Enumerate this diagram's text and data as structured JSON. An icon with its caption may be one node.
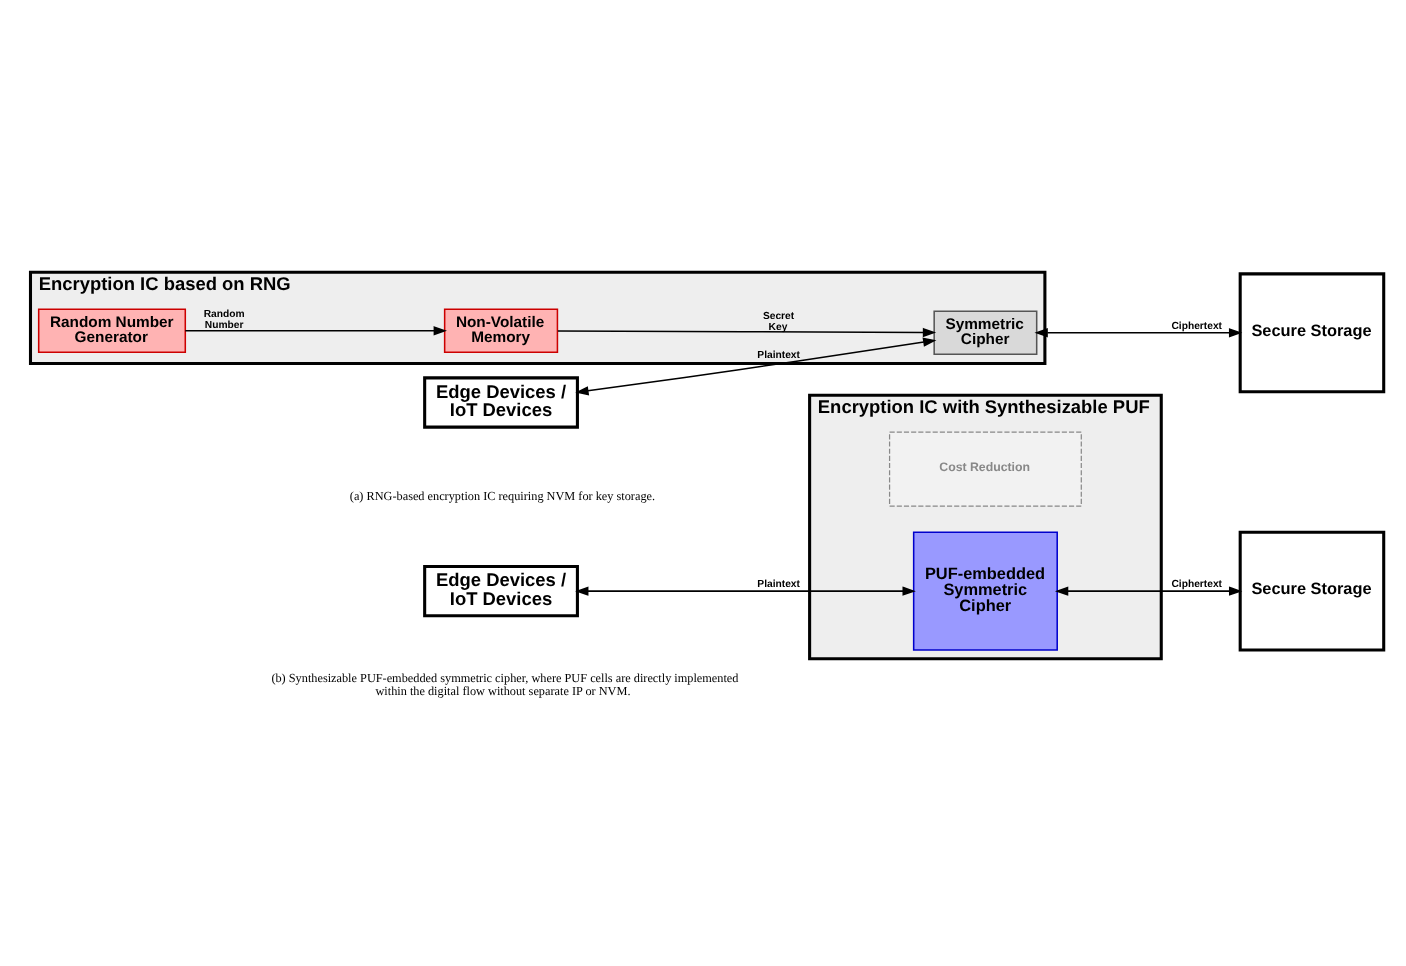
{
  "diagram": {
    "nodes": [
      {
        "text": [
          "Encryption IC based on RNG"
        ]
      },
      {
        "text": [
          "Random Number Generator"
        ],
        "in": 0
      },
      {
        "text": [
          "Non-Volatile Memory"
        ],
        "in": 0
      },
      {
        "text": [
          "Symmetric Cipher"
        ],
        "in": 0
      },
      {
        "text": [
          "Edge Devices / IoT Devices"
        ]
      },
      {
        "text": [
          "Secure Storage"
        ]
      },
      {
        "text": [
          "Encryption IC with Synthesizable PUF"
        ]
      },
      {
        "text": [
          "Cost Reduction"
        ],
        "in": 6
      },
      {
        "text": [
          "PUF-embedded Symmetric Cipher"
        ],
        "in": 6
      },
      {
        "text": [
          "Edge Devices / IoT Devices"
        ]
      },
      {
        "text": [
          "Secure Storage"
        ]
      }
    ],
    "edges": [
      {
        "from": 1,
        "to": 2,
        "arrow": "to",
        "label": "Random Number"
      },
      {
        "from": 2,
        "to": 3,
        "arrow": "to",
        "label": "Secret Key"
      },
      {
        "from": 4,
        "to": 3,
        "arrow": "both",
        "label": "Plaintext"
      },
      {
        "from": 3,
        "to": 5,
        "arrow": "both",
        "label": "Ciphertext"
      },
      {
        "from": 9,
        "to": 8,
        "arrow": "both",
        "label": "Plaintext"
      },
      {
        "from": 8,
        "to": 10,
        "arrow": "both",
        "label": "Ciphertext"
      }
    ],
    "labels": [
      "(a) RNG-based encryption IC requiring NVM for key storage.",
      "(b) Synthesizable PUF-embedded symmetric cipher, where PUF cells are directly implemented within the digital flow without separate IP or NVM."
    ]
  }
}
